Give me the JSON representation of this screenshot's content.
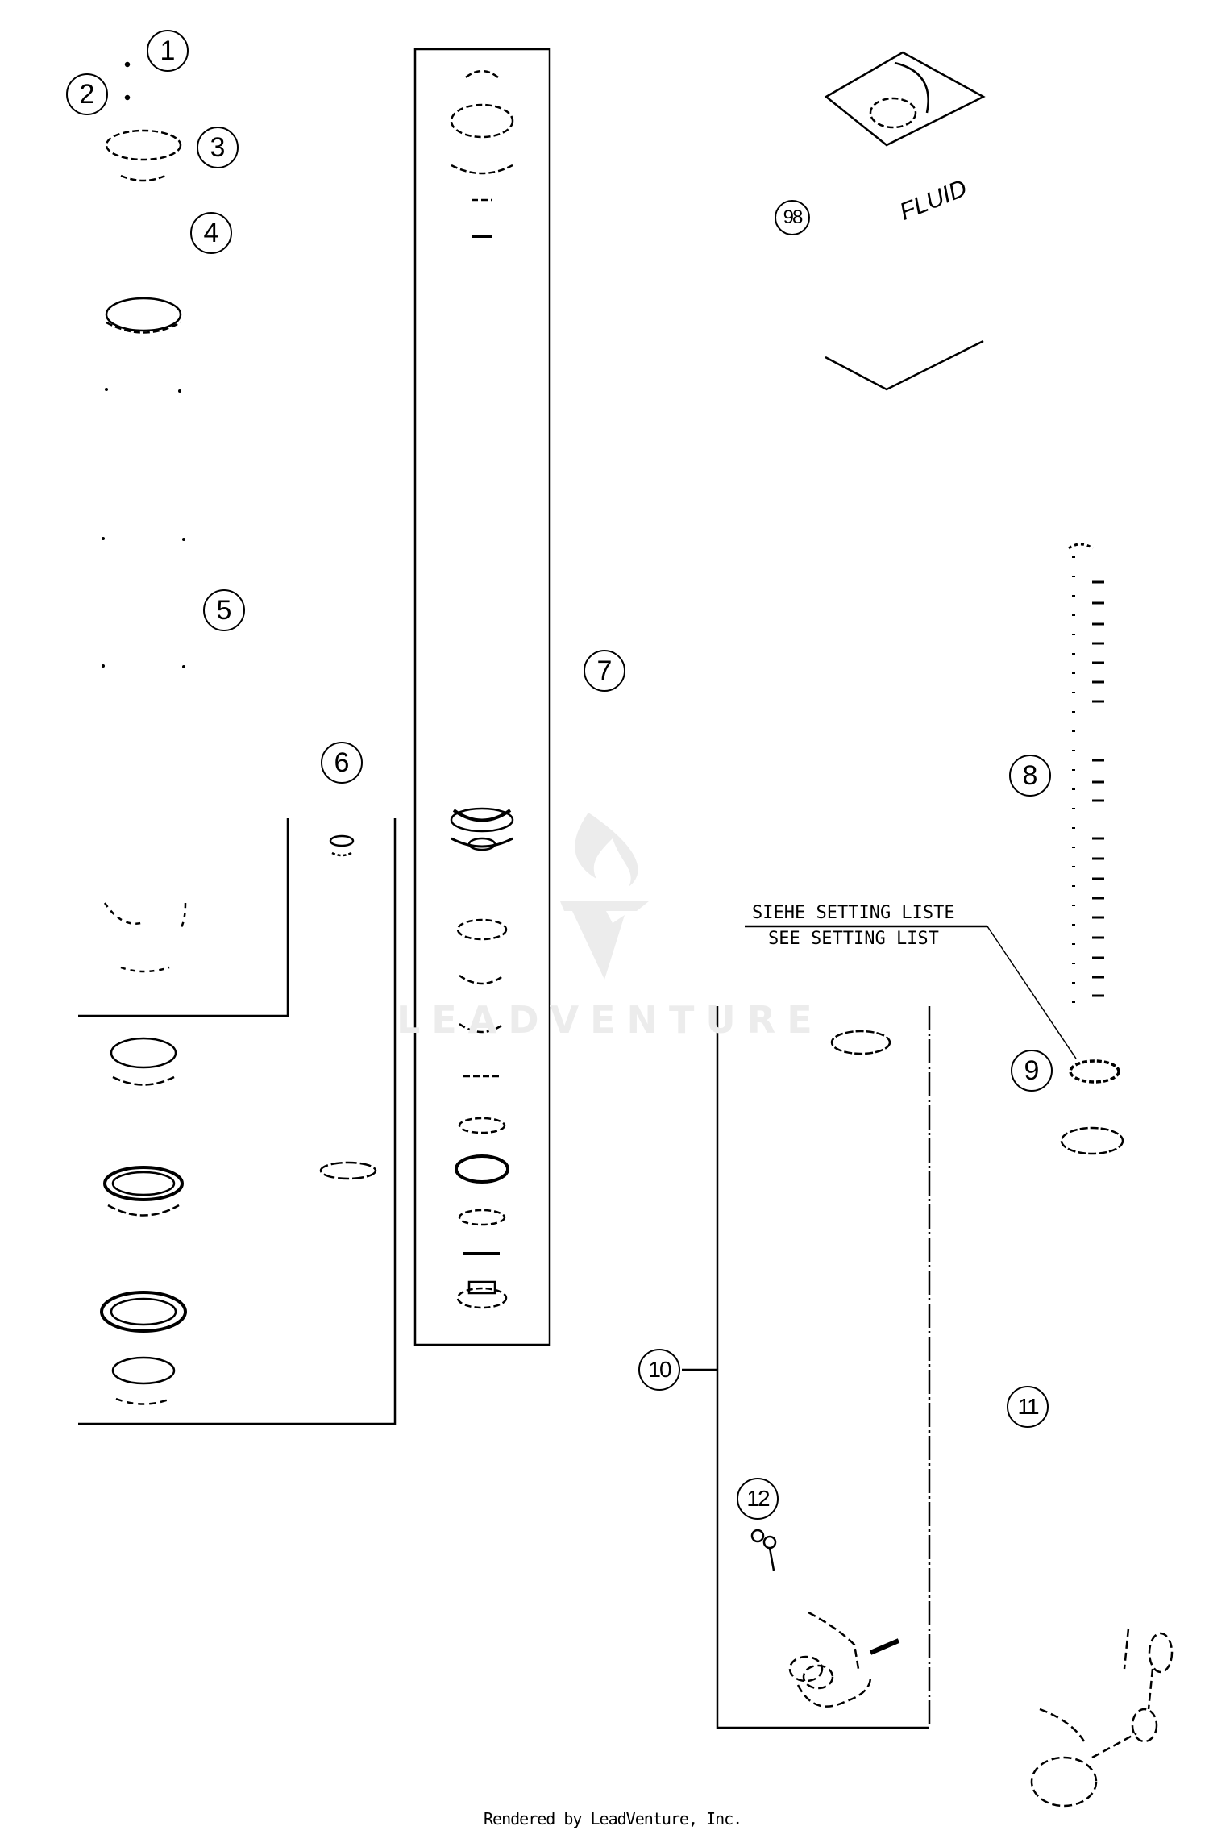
{
  "diagram": {
    "title": "Exploded parts diagram - shock absorber / fork components",
    "callouts": [
      {
        "id": "1",
        "label": "1"
      },
      {
        "id": "2",
        "label": "2"
      },
      {
        "id": "3",
        "label": "3"
      },
      {
        "id": "4",
        "label": "4"
      },
      {
        "id": "5",
        "label": "5"
      },
      {
        "id": "6",
        "label": "6"
      },
      {
        "id": "7",
        "label": "7"
      },
      {
        "id": "8",
        "label": "8"
      },
      {
        "id": "9",
        "label": "9"
      },
      {
        "id": "10",
        "label": "10"
      },
      {
        "id": "11",
        "label": "11"
      },
      {
        "id": "12",
        "label": "12"
      },
      {
        "id": "98",
        "label": "98"
      }
    ],
    "fluid_label": "FLUID",
    "note": {
      "line_de": "SIEHE SETTING LISTE",
      "line_en": "SEE SETTING LIST"
    },
    "watermark": "LEADVENTURE",
    "footer": "Rendered by LeadVenture, Inc."
  }
}
